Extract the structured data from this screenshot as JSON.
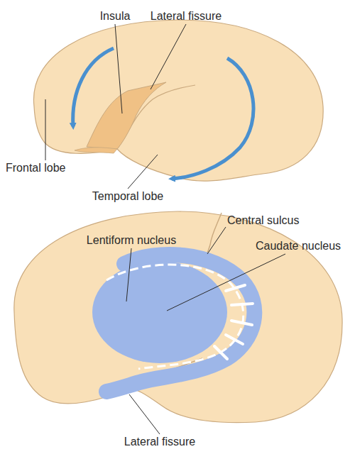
{
  "diagram": {
    "labels": [
      "Insula",
      "Lateral fissure",
      "Frontal lobe",
      "Temporal lobe",
      "Lentiform nucleus",
      "Central sulcus",
      "Caudate nucleus",
      "Lateral fissure"
    ]
  }
}
